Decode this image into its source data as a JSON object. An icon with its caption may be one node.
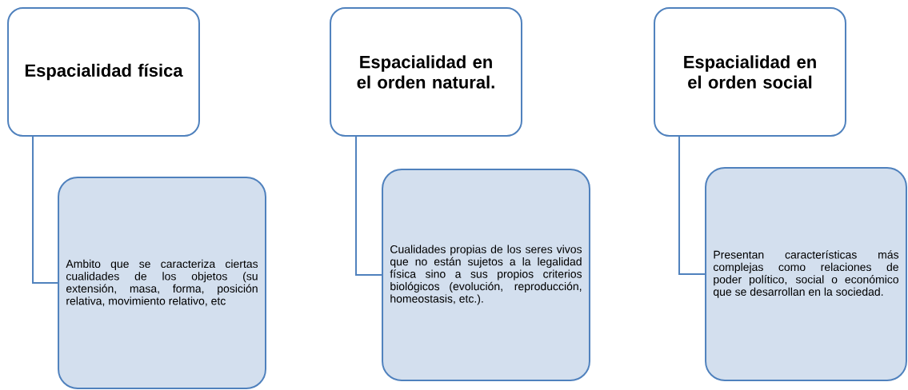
{
  "diagram": {
    "nodes": [
      {
        "text": [
          "Espacialidad física"
        ]
      },
      {
        "text": [
          "Espacialidad en el orden natural."
        ]
      },
      {
        "text": [
          "Espacialidad en el orden social"
        ]
      },
      {
        "text": [
          "Ambito que se caracteriza ciertas cualidades de los objetos (su extensión, masa, forma, posición relativa, movimiento relativo, etc"
        ]
      },
      {
        "text": [
          "Cualidades propias de los seres vivos que no están sujetos a la legalidad física sino a sus propios criterios biológicos (evolución, reproducción, homeostasis, etc.)."
        ]
      },
      {
        "text": [
          "Presentan características más complejas como relaciones de poder político, social o económico que se desarrollan en la sociedad."
        ]
      }
    ],
    "edges": [
      {
        "from": 0,
        "to": 3,
        "arrow": "none"
      },
      {
        "from": 1,
        "to": 4,
        "arrow": "none"
      },
      {
        "from": 2,
        "to": 5,
        "arrow": "none"
      }
    ]
  }
}
